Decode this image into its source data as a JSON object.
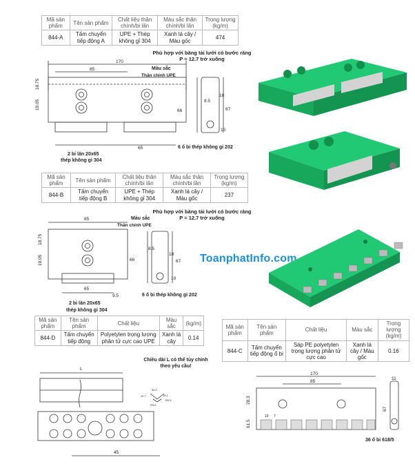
{
  "tables": [
    {
      "headers": [
        "Mã sản phẩm",
        "Tên sản phẩm",
        "Chất liệu thân chính/bi lăn",
        "Màu sắc thân chính/bi lăn",
        "Trọng lượng (kg/m)"
      ],
      "row": [
        "844-A",
        "Tấm chuyển tiếp động A",
        "UPE + Thép không gỉ 304",
        "Xanh lá cây / Màu gốc",
        "474"
      ]
    },
    {
      "headers": [
        "Mã sản phẩm",
        "Tên sản phẩm",
        "Chất liệu thân chính/bi lăn",
        "Màu sắc thân chính/bi lăn",
        "Trọng lượng (kg/m)"
      ],
      "row": [
        "844-B",
        "Tấm chuyển tiếp động B",
        "UPE + Thép không gỉ 304",
        "Xanh lá cây / Màu gốc",
        "237"
      ]
    },
    {
      "headers": [
        "Mã sản phẩm",
        "Tên sản phẩm",
        "Chất liệu",
        "Màu sắc",
        "(kg/m)"
      ],
      "row": [
        "844-D",
        "Tấm chuyển tiếp động",
        "Polyetylen trọng lượng phân tử cực cao UPE",
        "Xanh lá cây",
        "0.14"
      ]
    },
    {
      "headers": [
        "Mã sản phẩm",
        "Tên sản phẩm",
        "Chất liệu",
        "Màu sắc",
        "Trọng lượng (kg/m)"
      ],
      "row": [
        "844-C",
        "Tấm chuyển tiếp động ổ bi",
        "Sáp PE polyetylen trọng lượng phân tử cực cao",
        "Xanh lá cây / Màu gốc",
        "0.16"
      ]
    }
  ],
  "notes": {
    "fit_a": "Phù hợp với băng tải lưới có bước răng",
    "pitch_a": "P = 12.7  trở xuống",
    "fit_b": "Phù hợp với băng tải lưới có bước răng",
    "pitch_b": "P = 12.7  trở xuống",
    "length_custom_1": "Chiều dài L có thể tùy chỉnh",
    "length_custom_2": "theo yêu cầu!"
  },
  "drawing_a": {
    "color_label": "Màu sắc",
    "color_sub": "Thân chính UPE",
    "roller_1": "2 bi lăn 20x65",
    "roller_2": "thép không gỉ 304",
    "bearing": "6 ổ bi thép không gỉ 202",
    "dims": {
      "total": "170",
      "half": "85",
      "bottom": "65",
      "h1": "19.05",
      "h2": "18.75",
      "height": "66",
      "side_w": "8.5",
      "side_d": "18",
      "side_h": "67",
      "side_b": "10"
    }
  },
  "drawing_b": {
    "color_label": "Màu sắc",
    "color_sub": "Thân chính UPE",
    "roller_1": "2 bi lăn 20x65",
    "roller_2": "thép không gỉ 304",
    "bearing": "6 ổ bi thép không gỉ 202",
    "dims": {
      "total": "85",
      "bottom": "65",
      "gap": "9.5",
      "h1": "19.05",
      "h2": "18.75",
      "height": "66",
      "side_w": "8.5",
      "side_d": "18",
      "side_h": "67",
      "side_b": "10"
    }
  },
  "drawing_c": {
    "caption": "36 ổ bi 618/5",
    "dims": {
      "total": "170",
      "half": "85",
      "h1": "28.3",
      "h2": "61.5",
      "seg": "19",
      "gap": "7",
      "side_w": "11",
      "side_h": "67"
    }
  },
  "drawing_d": {
    "length": "L",
    "bottom": "45",
    "dims": {
      "a": "30.2",
      "b": "16.1",
      "c": "R0.5",
      "d": "12.7",
      "e": "R3.6"
    }
  },
  "watermark": "ToanphatInfo.com",
  "colors": {
    "upe_green": "#1fbf6b",
    "upe_dark": "#109a52",
    "steel": "#c9c9c9",
    "line": "#333333"
  }
}
